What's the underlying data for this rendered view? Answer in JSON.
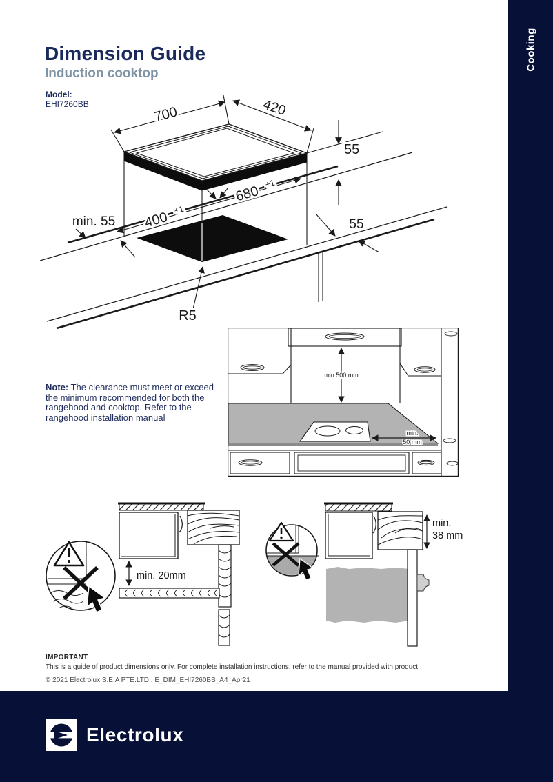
{
  "side_tab": {
    "label": "Cooking"
  },
  "header": {
    "title": "Dimension Guide",
    "subtitle": "Induction cooktop"
  },
  "model": {
    "label": "Model:",
    "value": "EHI7260BB"
  },
  "main_diagram": {
    "dim_width": "700",
    "dim_depth": "420",
    "dim_height": "55",
    "dim_cutout_depth": "400",
    "dim_cutout_depth_sup": "+1",
    "dim_cutout_width": "680",
    "dim_cutout_width_sup": "+1",
    "dim_clearance_left": "min. 55",
    "dim_clearance_right": "55",
    "dim_corner_radius": "R5"
  },
  "rangehood_diagram": {
    "dim_hood_clearance": "min.500 mm",
    "dim_side_clearance_line1": "min.",
    "dim_side_clearance_line2": "50 mm"
  },
  "clearance_left_diagram": {
    "dim": "min. 20mm"
  },
  "clearance_right_diagram": {
    "dim_line1": "min.",
    "dim_line2": "38 mm"
  },
  "note": {
    "label": "Note:",
    "body": "The clearance must meet or exceed the minimum recommended for both the rangehood and cooktop. Refer to the rangehood installation manual"
  },
  "footer_text": {
    "important_label": "IMPORTANT",
    "important_body": "This is a guide of product dimensions only. For complete installation instructions, refer to the manual provided with product.",
    "copyright": "© 2021 Electrolux S.E.A PTE.LTD.. E_DIM_EHI7260BB_A4_Apr21"
  },
  "brand": {
    "wordmark": "Electrolux"
  },
  "colors": {
    "navy": "#071138",
    "title_navy": "#1a2a5c",
    "subtitle_blue": "#7e93a4",
    "ink": "#1a1a1a",
    "counter_grey": "#b3b3b3"
  }
}
